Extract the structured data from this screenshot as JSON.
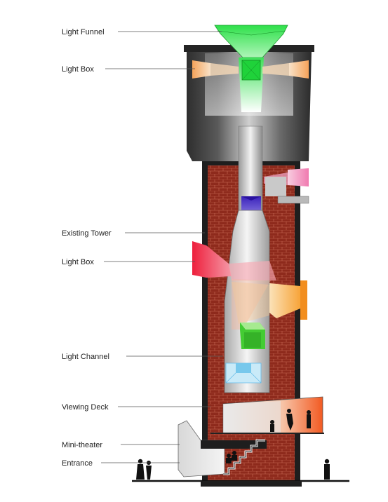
{
  "labels": {
    "light_funnel": "Light Funnel",
    "light_box_top": "Light Box",
    "existing_tower": "Existing Tower",
    "light_box_mid": "Light Box",
    "light_channel": "Light Channel",
    "viewing_deck": "Viewing Deck",
    "mini_theater": "Mini-theater",
    "entrance": "Entrance"
  },
  "colors": {
    "brick": "#8e2a1c",
    "brick_mortar": "#c86a55",
    "tank_dark": "#3a3a3a",
    "tank_light": "#b8b8b8",
    "funnel_green": "#22d63c",
    "light_box_orange": "#f5a35a",
    "light_box_pink": "#f08ab8",
    "light_box_red": "#ee2244",
    "light_box_yellow": "#f7b24c",
    "purple": "#5533cc",
    "deck_orange": "#f46a30",
    "cube_green": "#44cc33",
    "cube_blue": "#77c8ec"
  }
}
